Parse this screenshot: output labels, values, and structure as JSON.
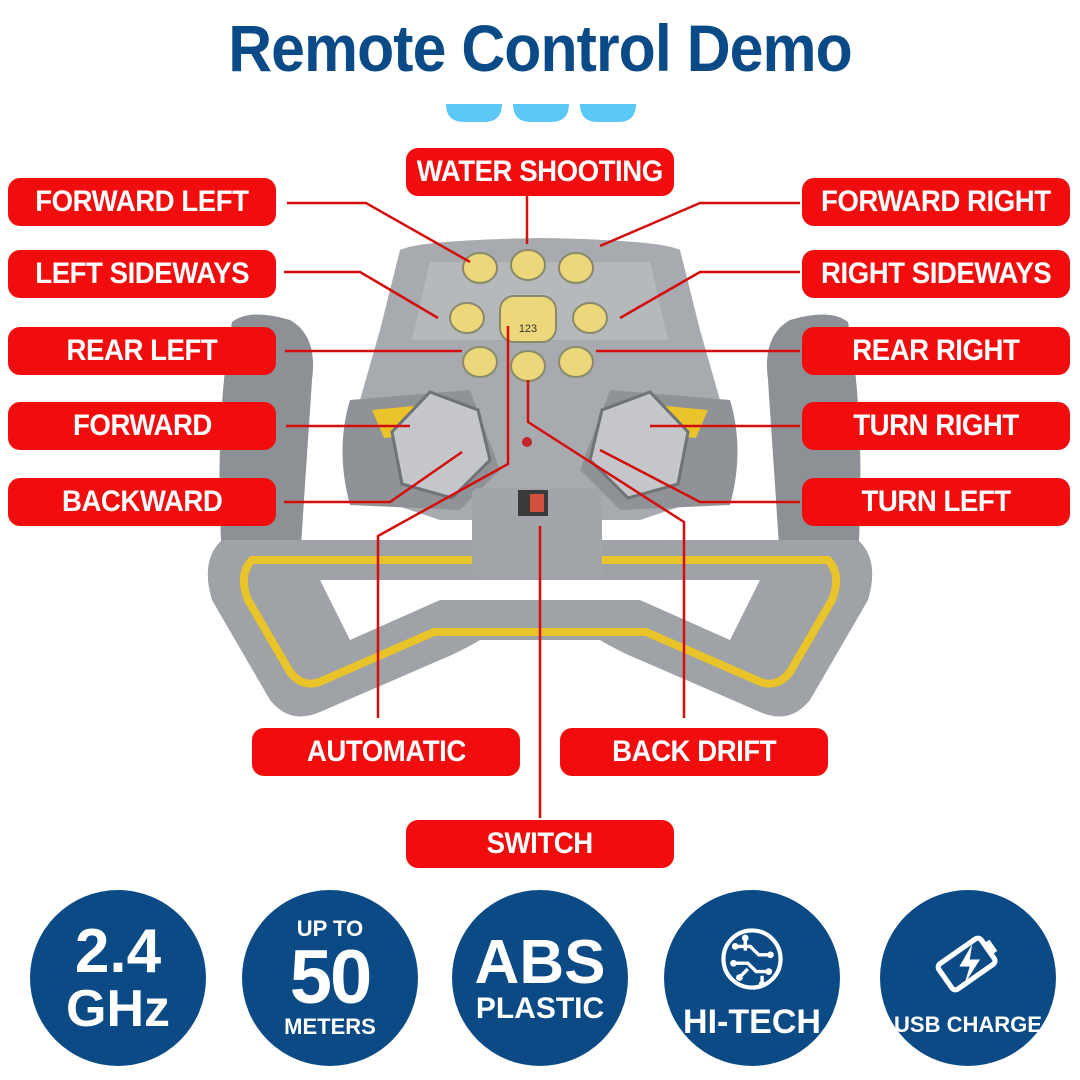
{
  "title": "Remote Control Demo",
  "labels": {
    "water_shooting": "WATER SHOOTING",
    "forward_left": "FORWARD LEFT",
    "forward_right": "FORWARD RIGHT",
    "left_sideways": "LEFT SIDEWAYS",
    "right_sideways": "RIGHT SIDEWAYS",
    "rear_left": "REAR LEFT",
    "rear_right": "REAR RIGHT",
    "forward": "FORWARD",
    "turn_right": "TURN RIGHT",
    "backward": "BACKWARD",
    "turn_left": "TURN LEFT",
    "automatic": "AUTOMATIC",
    "back_drift": "BACK DRIFT",
    "switch": "SWITCH"
  },
  "badges": {
    "freq_value": "2.4",
    "freq_unit": "GHz",
    "range_prefix": "UP TO",
    "range_value": "50",
    "range_unit": "METERS",
    "material_value": "ABS",
    "material_unit": "PLASTIC",
    "tech_label": "HI-TECH",
    "charge_label": "USB CHARGE"
  },
  "colors": {
    "title": "#0a4a86",
    "label_bg": "#f10d0d",
    "badge_bg": "#0b4a85",
    "accent_wave": "#5bc8f5",
    "controller_gray": "#9a9da1",
    "controller_yellow": "#e8c32a"
  },
  "icons": [
    "wave-decoration-icon",
    "circuit-brain-icon",
    "battery-charge-icon",
    "remote-controller-icon"
  ]
}
